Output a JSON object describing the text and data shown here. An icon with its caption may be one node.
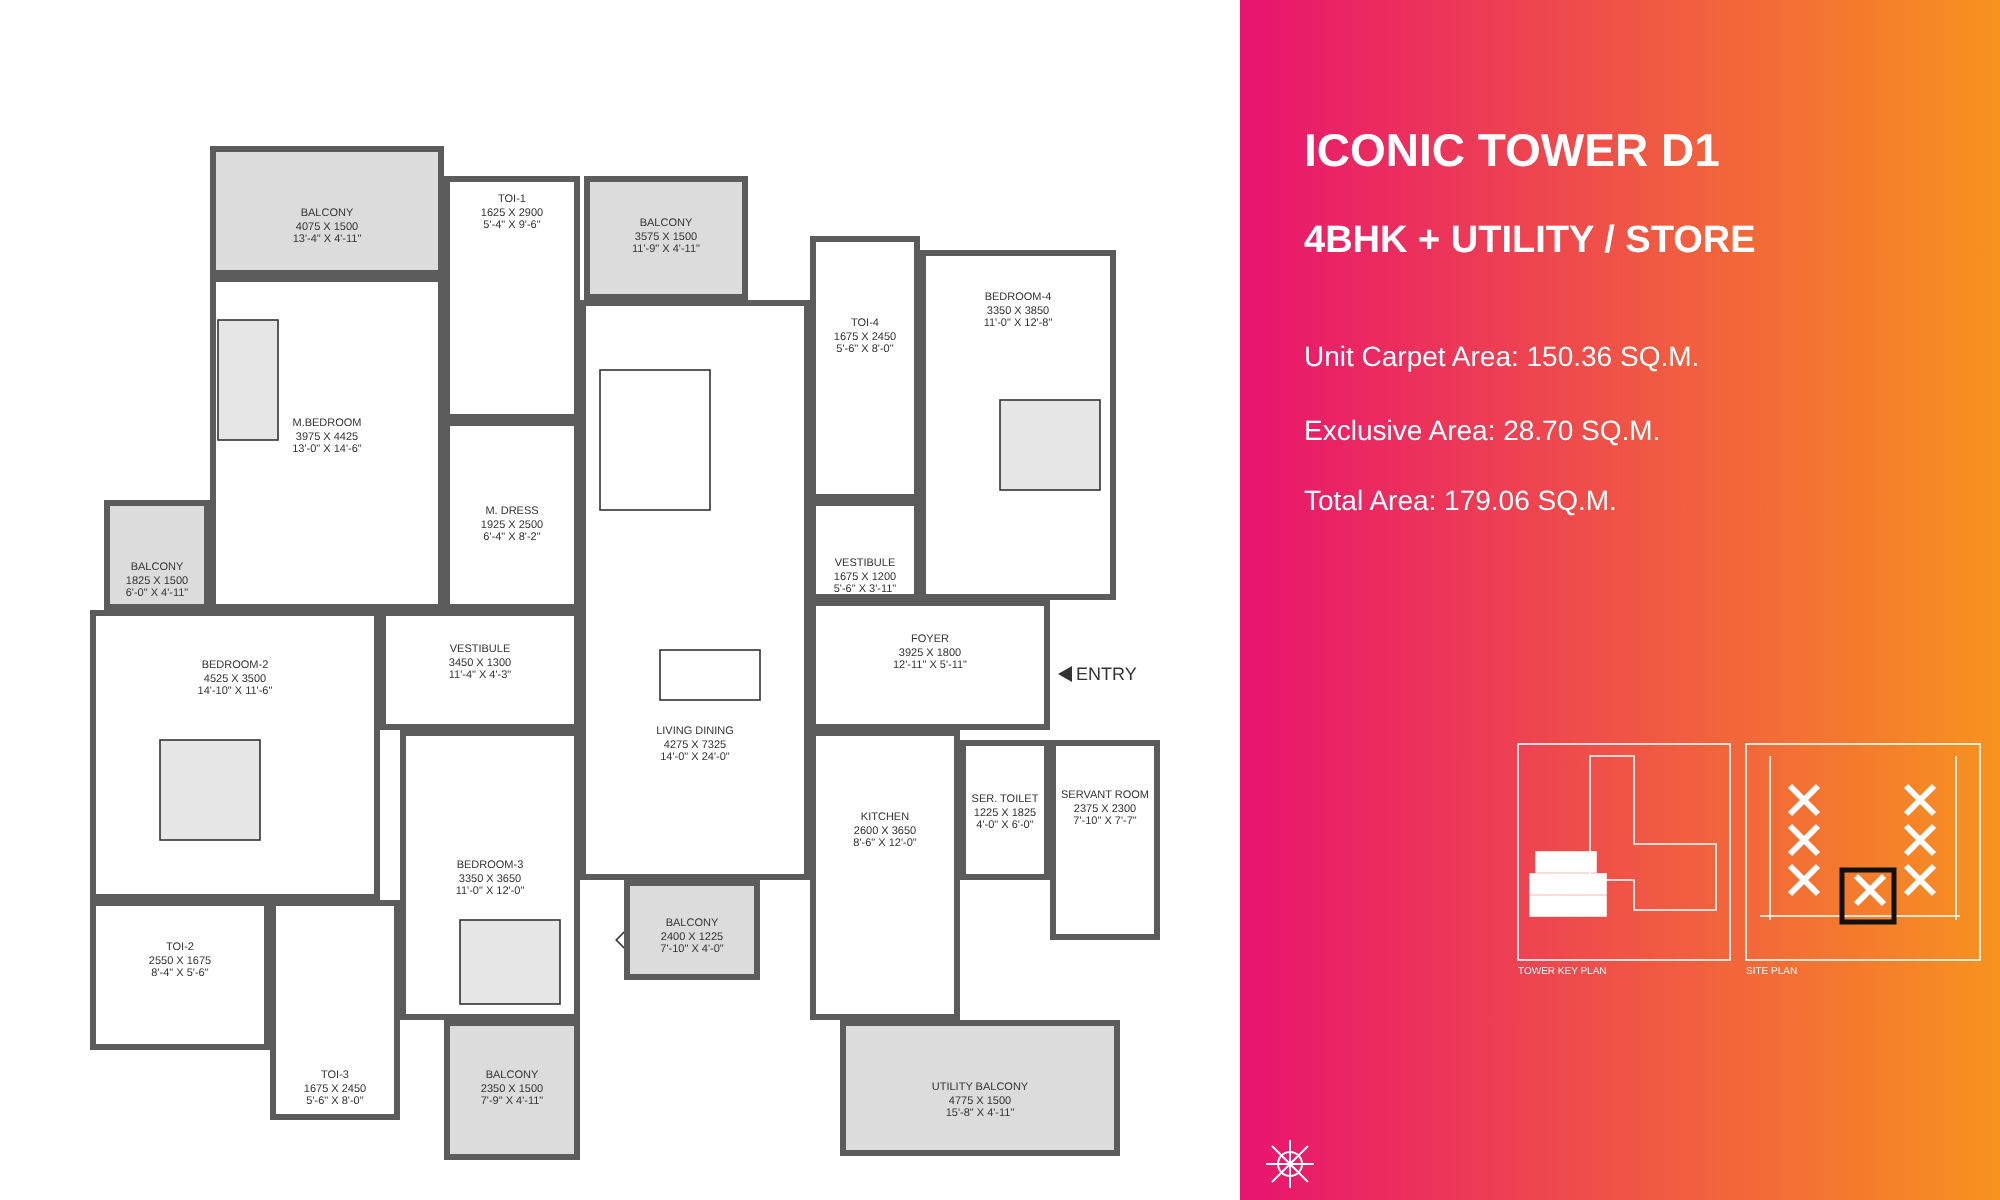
{
  "diagram": {
    "title": "ICONIC TOWER D1",
    "nodes": [
      {
        "text": [
          "BALCONY",
          "4075 X 1500",
          "13'-4\" X 4'-11\""
        ]
      },
      {
        "text": [
          "TOI-1",
          "1625 X 2900",
          "5'-4\" X 9'-6\""
        ]
      },
      {
        "text": [
          "BALCONY",
          "3575 X 1500",
          "11'-9\" X 4'-11\""
        ]
      },
      {
        "text": [
          "TOI-4",
          "1675 X 2450",
          "5'-6\" X 8'-0\""
        ]
      },
      {
        "text": [
          "BEDROOM-4",
          "3350 X 3850",
          "11'-0\" X 12'-8\""
        ]
      },
      {
        "text": [
          "M.BEDROOM",
          "3975 X 4425",
          "13'-0\" X 14'-6\""
        ]
      },
      {
        "text": [
          "M. DRESS",
          "1925 X 2500",
          "6'-4\" X 8'-2\""
        ]
      },
      {
        "text": [
          "LIVING DINING",
          "4275 X 7325",
          "14'-0\" X 24'-0\""
        ]
      },
      {
        "text": [
          "VESTIBULE",
          "1675 X 1200",
          "5'-6\" X 3'-11\""
        ]
      },
      {
        "text": [
          "BALCONY",
          "1825 X 1500",
          "6'-0\" X 4'-11\""
        ]
      },
      {
        "text": [
          "BEDROOM-2",
          "4525 X 3500",
          "14'-10\" X 11'-6\""
        ]
      },
      {
        "text": [
          "VESTIBULE",
          "3450 X 1300",
          "11'-4\" X 4'-3\""
        ]
      },
      {
        "text": [
          "FOYER",
          "3925 X 1800",
          "12'-11\" X 5'-11\""
        ]
      },
      {
        "text": [
          "BEDROOM-3",
          "3350 X 3650",
          "11'-0\" X 12'-0\""
        ]
      },
      {
        "text": [
          "KITCHEN",
          "2600 X 3650",
          "8'-6\" X 12'-0\""
        ]
      },
      {
        "text": [
          "SER. TOILET",
          "1225 X 1825",
          "4'-0\" X 6'-0\""
        ]
      },
      {
        "text": [
          "SERVANT ROOM",
          "2375 X 2300",
          "7'-10\" X 7'-7\""
        ]
      },
      {
        "text": [
          "TOI-2",
          "2550 X 1675",
          "8'-4\" X 5'-6\""
        ]
      },
      {
        "text": [
          "BALCONY",
          "2400 X 1225",
          "7'-10\" X 4'-0\""
        ]
      },
      {
        "text": [
          "TOI-3",
          "1675 X 2450",
          "5'-6\" X 8'-0\""
        ]
      },
      {
        "text": [
          "BALCONY",
          "2350 X 1500",
          "7'-9\" X 4'-11\""
        ]
      },
      {
        "text": [
          "UTILITY BALCONY",
          "4775 X 1500",
          "15'-8\" X 4'-11\""
        ]
      }
    ],
    "labels": [
      "4BHK + UTILITY / STORE",
      "Unit Carpet Area: 150.36 SQ.M.",
      "Exclusive Area: 28.70 SQ.M.",
      "Total Area: 179.06 SQ.M.",
      "ENTRY",
      "TOWER KEY PLAN",
      "SITE PLAN"
    ]
  }
}
